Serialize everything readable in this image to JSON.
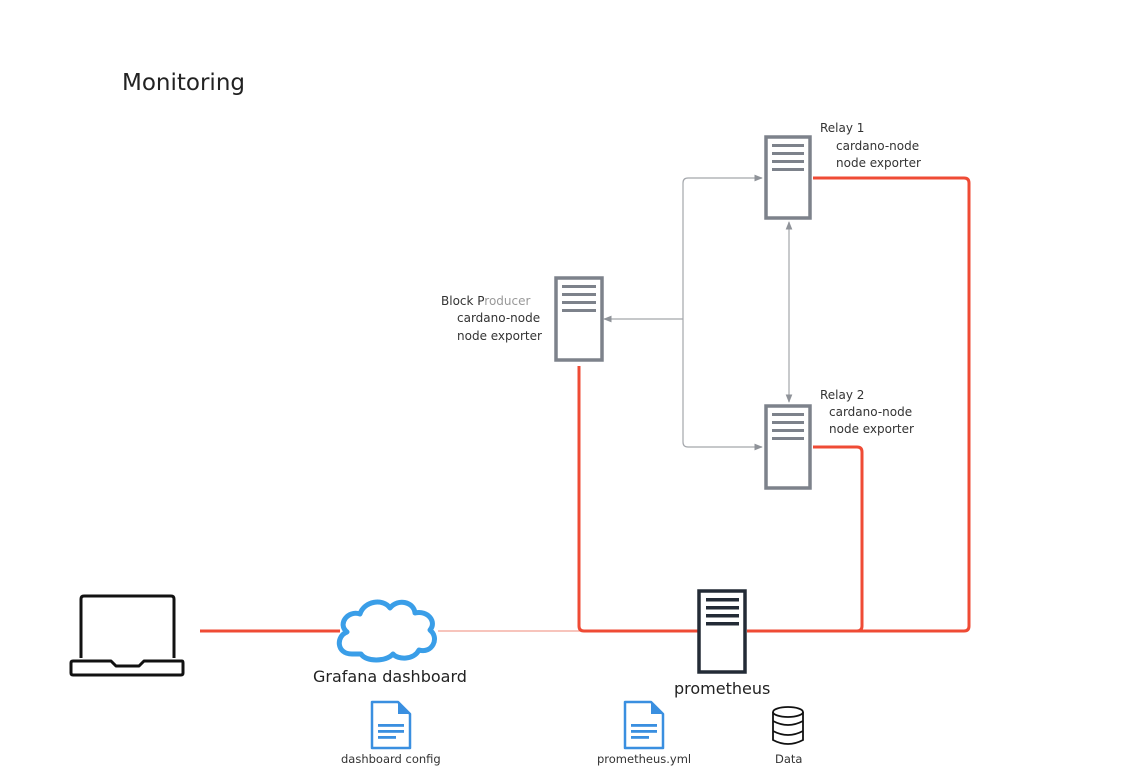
{
  "title": "Monitoring",
  "colors": {
    "server_gray": "#7d828b",
    "server_dark": "#232b36",
    "metrics_line": "#ef4b35",
    "p2p_line": "#8f9399",
    "cloud": "#3a9ee8",
    "doc_icon": "#3a8fe0",
    "laptop": "#111111"
  },
  "nodes": {
    "relay1": {
      "name": "Relay 1",
      "services": [
        "cardano-node",
        "node exporter"
      ]
    },
    "relay2": {
      "name": "Relay 2",
      "services": [
        "cardano-node",
        "node exporter"
      ]
    },
    "block_producer": {
      "name_part1": "Block P",
      "name_part2": "roducer",
      "services": [
        "cardano-node",
        "node exporter"
      ]
    },
    "prometheus": {
      "name": "prometheus"
    },
    "grafana": {
      "name": "Grafana dashboard"
    },
    "laptop": {
      "icon": "laptop-icon"
    }
  },
  "files": [
    {
      "label": "dashboard config",
      "icon": "document-icon"
    },
    {
      "label": "prometheus.yml",
      "icon": "document-icon"
    },
    {
      "label": "Data",
      "icon": "database-icon"
    }
  ]
}
